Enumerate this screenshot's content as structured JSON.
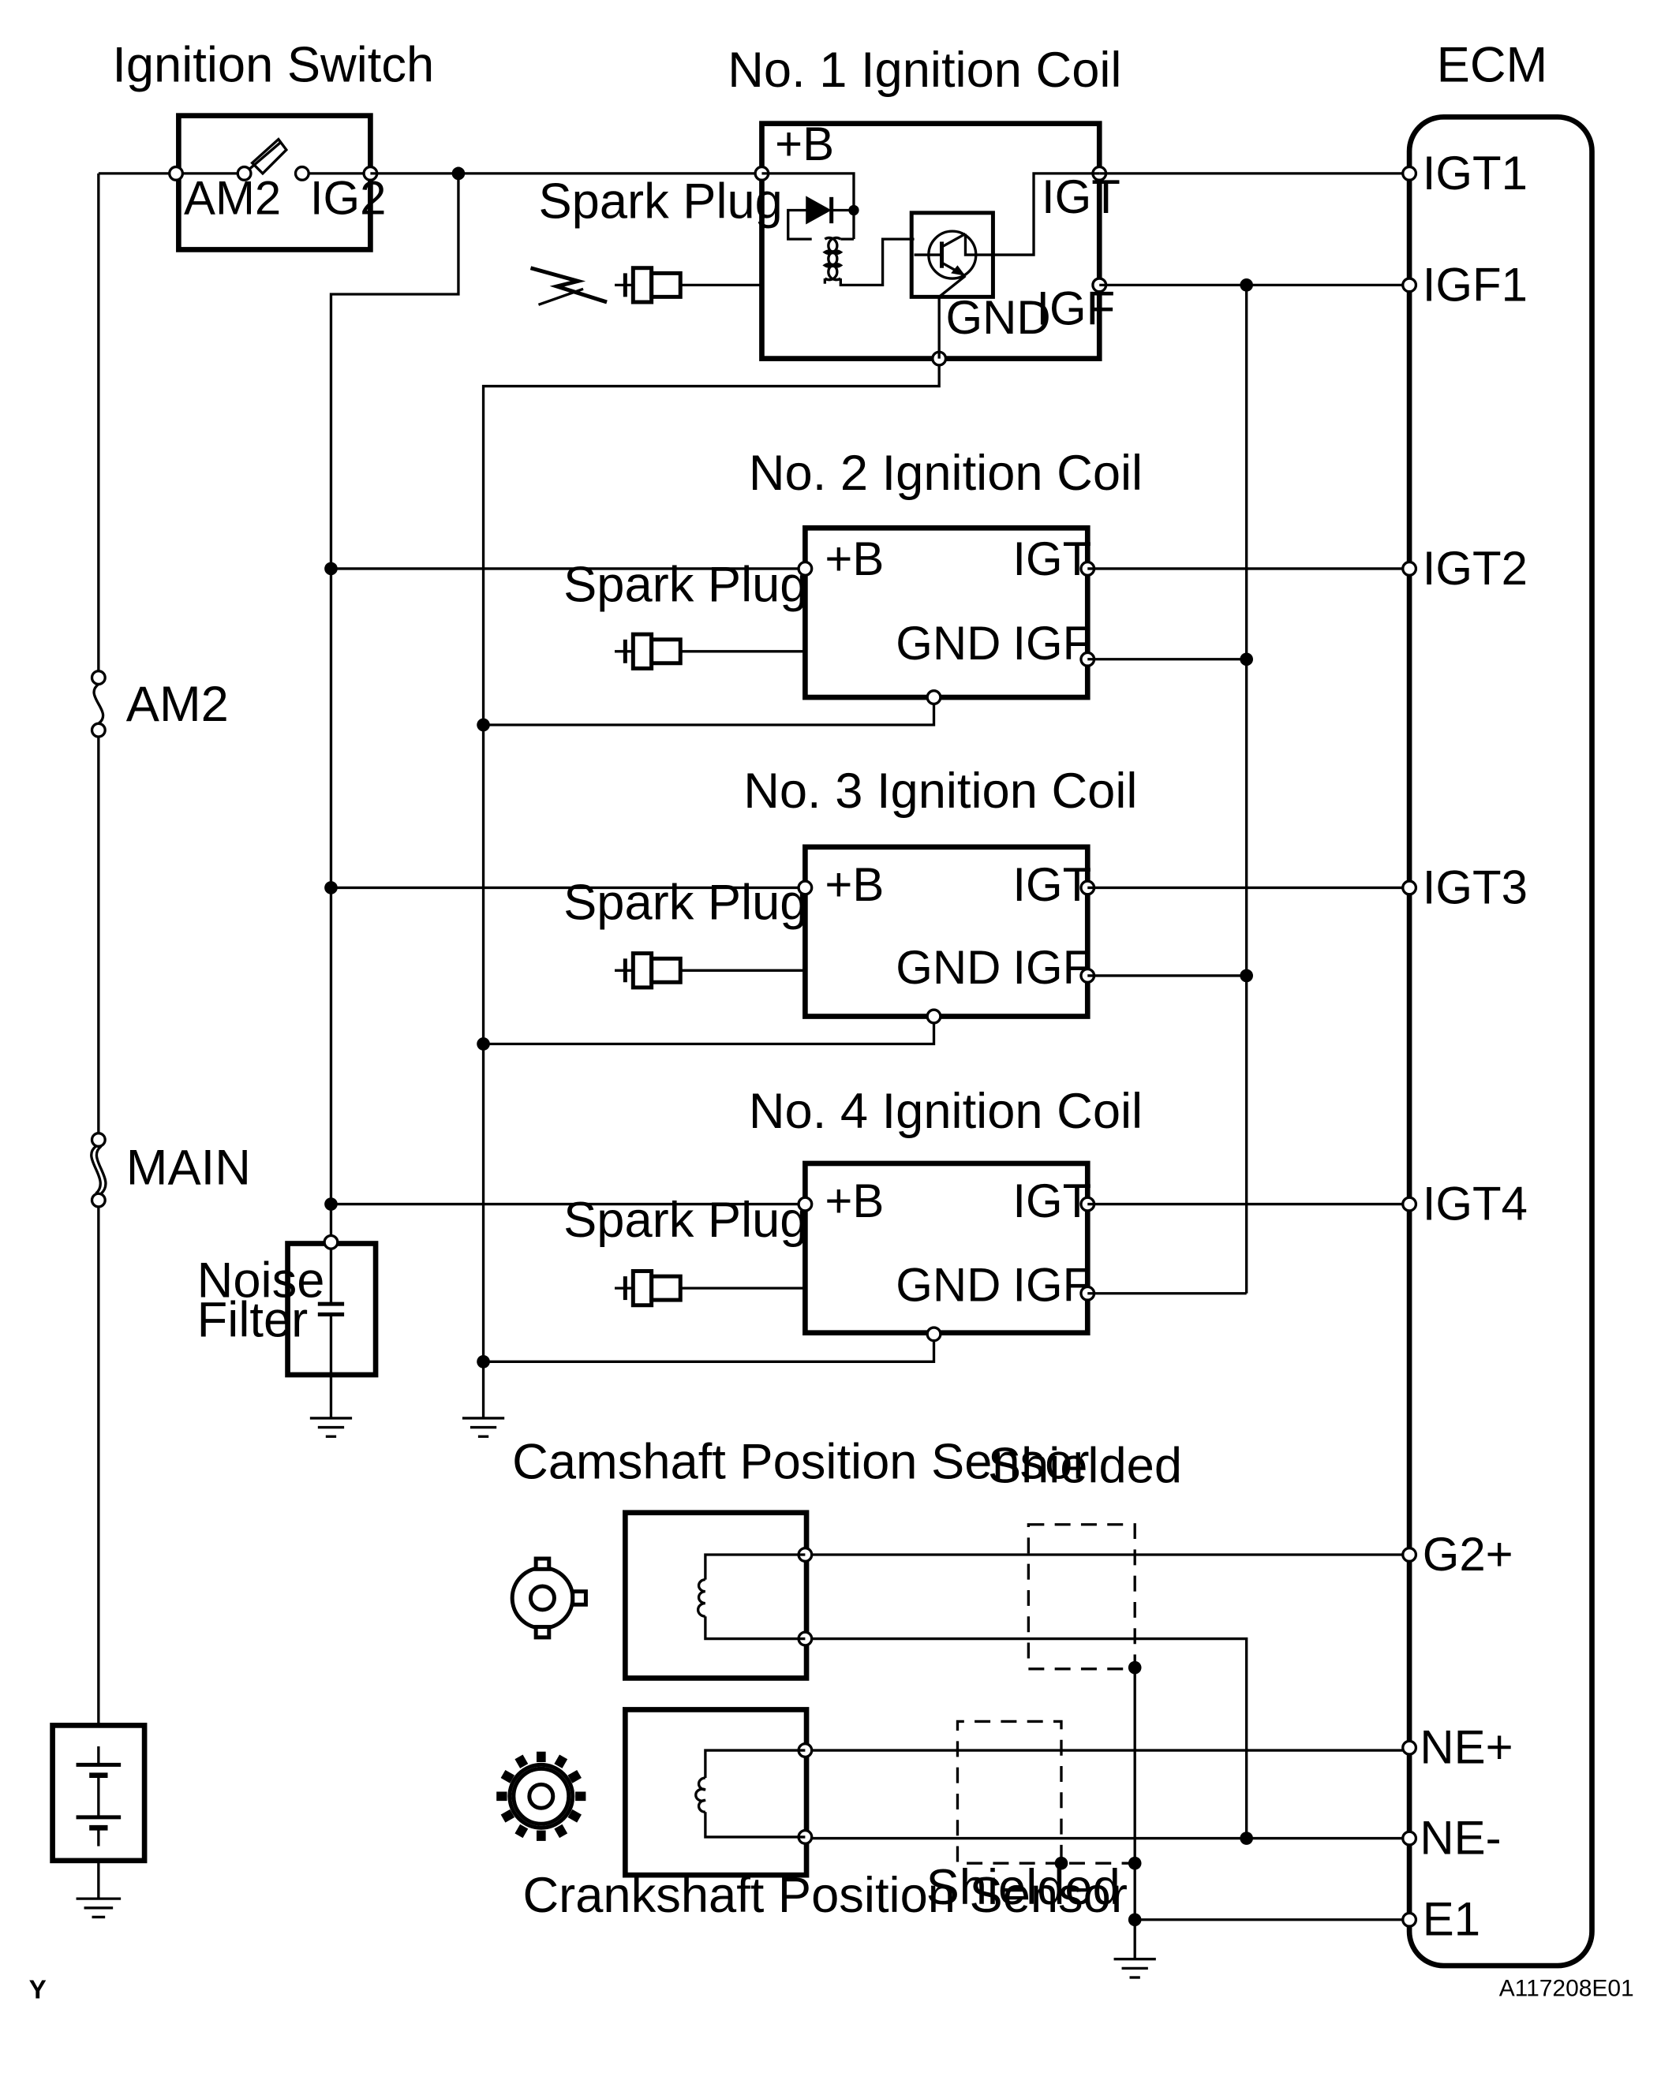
{
  "ignition_switch": {
    "title": "Ignition Switch",
    "left_pin": "AM2",
    "right_pin": "IG2"
  },
  "fuses": {
    "am2": "AM2",
    "main": "MAIN"
  },
  "noise_filter": {
    "line1": "Noise",
    "line2": "Filter"
  },
  "spark_plug_label": "Spark Plug",
  "coil_pins": {
    "b": "+B",
    "igt": "IGT",
    "igf": "IGF",
    "gnd": "GND"
  },
  "coils": [
    {
      "title": "No. 1 Ignition Coil"
    },
    {
      "title": "No. 2 Ignition Coil"
    },
    {
      "title": "No. 3 Ignition Coil"
    },
    {
      "title": "No. 4 Ignition Coil"
    }
  ],
  "ecm": {
    "title": "ECM",
    "pins": {
      "igt1": "IGT1",
      "igf1": "IGF1",
      "igt2": "IGT2",
      "igt3": "IGT3",
      "igt4": "IGT4",
      "g2p": "G2+",
      "nep": "NE+",
      "nem": "NE-",
      "e1": "E1"
    }
  },
  "camshaft_sensor": "Camshaft Position Sensor",
  "crankshaft_sensor": "Crankshaft Position Sensor",
  "shielded_label": "Shielded",
  "corner_letter": "Y",
  "figure_code": "A117208E01",
  "icons": {
    "switch": "switch-icon",
    "fuse": "fuse-icon",
    "battery": "battery-icon",
    "ground": "ground-icon",
    "capacitor": "capacitor-icon",
    "spark": "spark-icon",
    "spark_plug": "spark-plug-icon",
    "diode": "diode-icon",
    "transistor": "transistor-icon",
    "coil": "coil-icon",
    "camshaft_rotor": "camshaft-rotor-icon",
    "crankshaft_rotor": "crankshaft-rotor-icon"
  }
}
